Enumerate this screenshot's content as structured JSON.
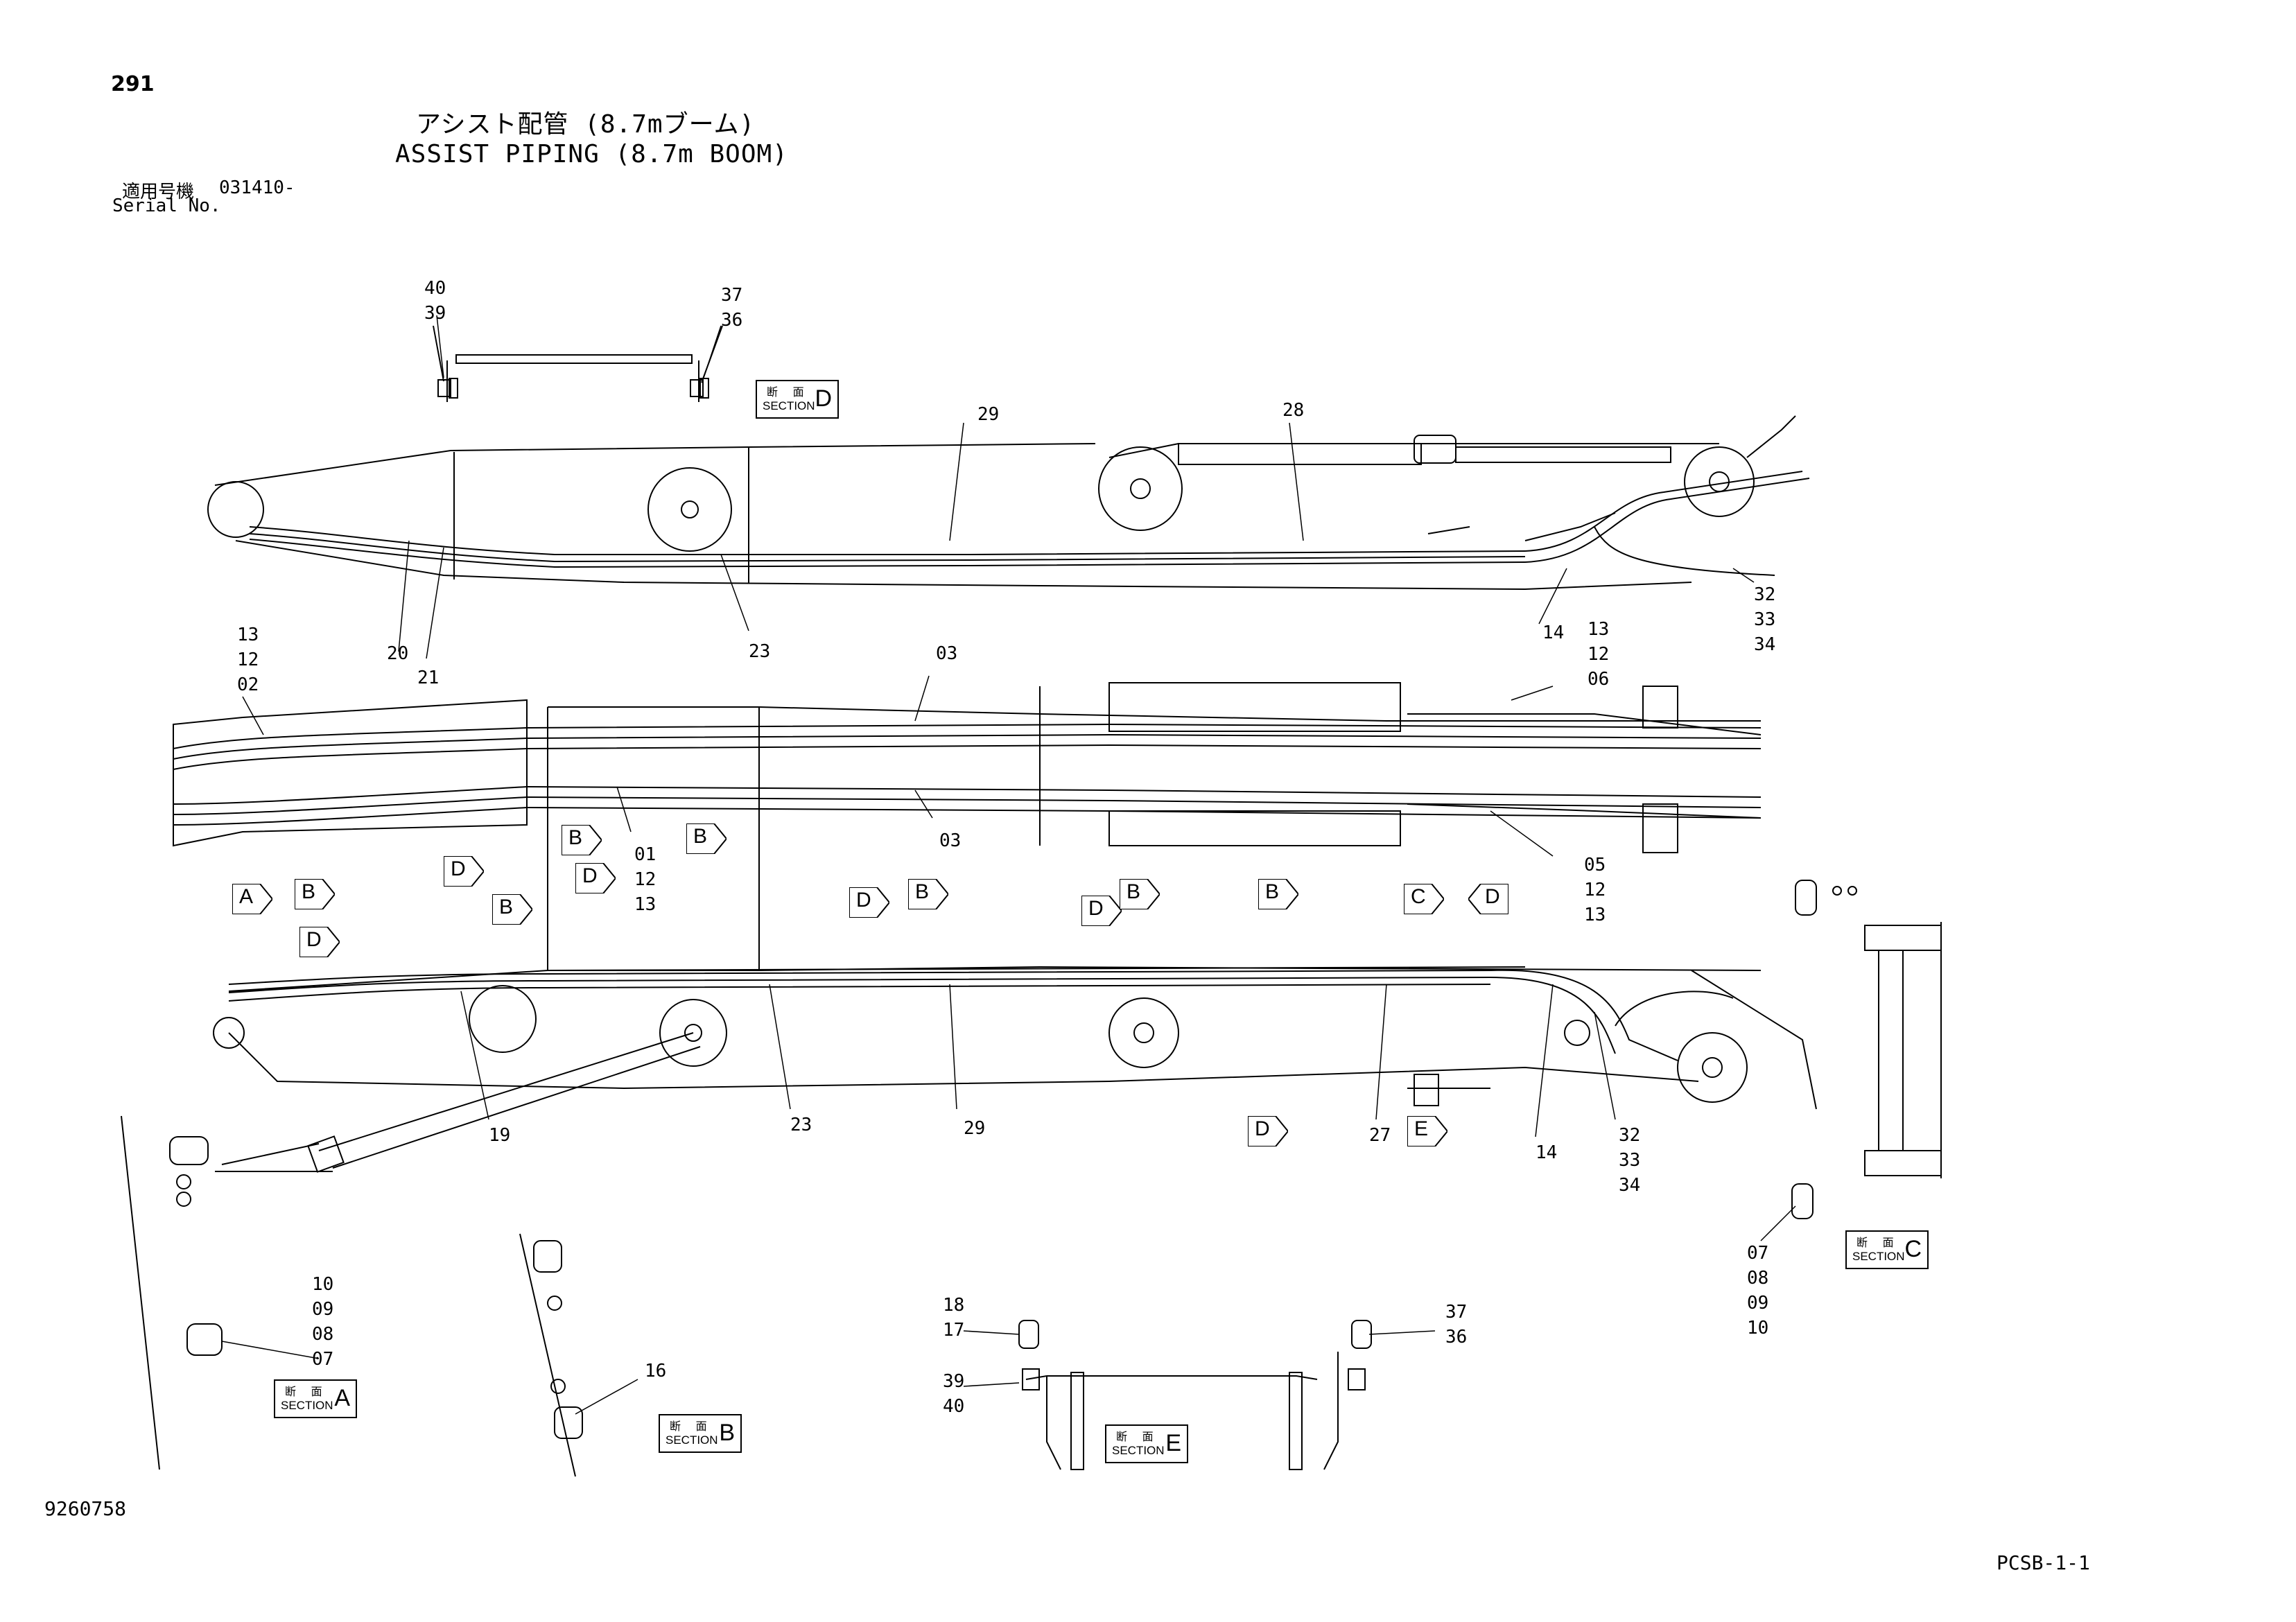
{
  "page_number": "291",
  "title_jp": "アシスト配管 (8.7mブーム)",
  "title_en": "ASSIST PIPING (8.7m BOOM)",
  "serial_label_jp": "適用号機",
  "serial_value": "031410-",
  "serial_label_en": "Serial No.",
  "doc_number": "9260758",
  "page_code": "PCSB-1-1",
  "section_word_jp": "断 面",
  "section_word_en": "SECTION",
  "sections": [
    "D",
    "C",
    "A",
    "B",
    "E"
  ],
  "view_markers": [
    "A",
    "B",
    "D",
    "D",
    "B",
    "B",
    "D",
    "B",
    "D",
    "B",
    "D",
    "B",
    "B",
    "C",
    "D",
    "D",
    "E"
  ],
  "callouts": {
    "c1": [
      "40",
      "39"
    ],
    "c2": [
      "37",
      "36"
    ],
    "c3": [
      "29"
    ],
    "c4": [
      "28"
    ],
    "c5": [
      "20"
    ],
    "c6": [
      "21"
    ],
    "c7": [
      "23"
    ],
    "c8": [
      "14"
    ],
    "c9": [
      "32",
      "33",
      "34"
    ],
    "c10": [
      "13",
      "12",
      "02"
    ],
    "c11": [
      "03"
    ],
    "c12": [
      "13",
      "12",
      "06"
    ],
    "c13": [
      "03"
    ],
    "c14": [
      "01",
      "12",
      "13"
    ],
    "c15": [
      "05",
      "12",
      "13"
    ],
    "c16": [
      "19"
    ],
    "c17": [
      "23"
    ],
    "c18": [
      "29"
    ],
    "c19": [
      "27"
    ],
    "c20": [
      "14"
    ],
    "c21": [
      "32",
      "33",
      "34"
    ],
    "c22": [
      "10",
      "09",
      "08",
      "07"
    ],
    "c23": [
      "16"
    ],
    "c24": [
      "18",
      "17"
    ],
    "c25": [
      "39",
      "40"
    ],
    "c26": [
      "37",
      "36"
    ],
    "c27": [
      "07",
      "08",
      "09",
      "10"
    ]
  }
}
